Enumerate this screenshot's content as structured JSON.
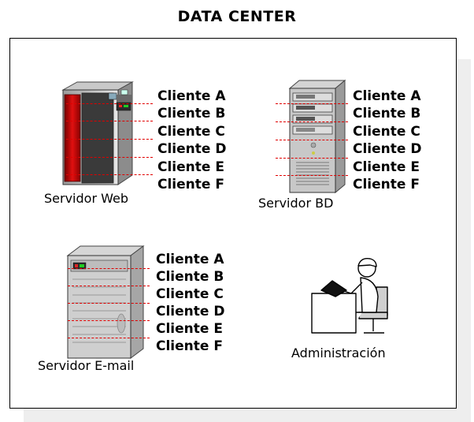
{
  "title": "DATA CENTER",
  "servers": {
    "web": {
      "caption": "Servidor Web",
      "clients": [
        "Cliente A",
        "Cliente B",
        "Cliente C",
        "Cliente D",
        "Cliente E",
        "Cliente F"
      ]
    },
    "bd": {
      "caption": "Servidor BD",
      "clients": [
        "Cliente A",
        "Cliente B",
        "Cliente C",
        "Cliente D",
        "Cliente E",
        "Cliente F"
      ]
    },
    "email": {
      "caption": "Servidor E-mail",
      "clients": [
        "Cliente A",
        "Cliente B",
        "Cliente C",
        "Cliente D",
        "Cliente E",
        "Cliente F"
      ]
    }
  },
  "admin": {
    "caption": "Administración"
  },
  "colors": {
    "partition_line": "#e00000",
    "web_server_panel": "#cc0000"
  },
  "icons": [
    "web-server-icon",
    "database-server-icon",
    "email-server-icon",
    "administrator-icon"
  ]
}
